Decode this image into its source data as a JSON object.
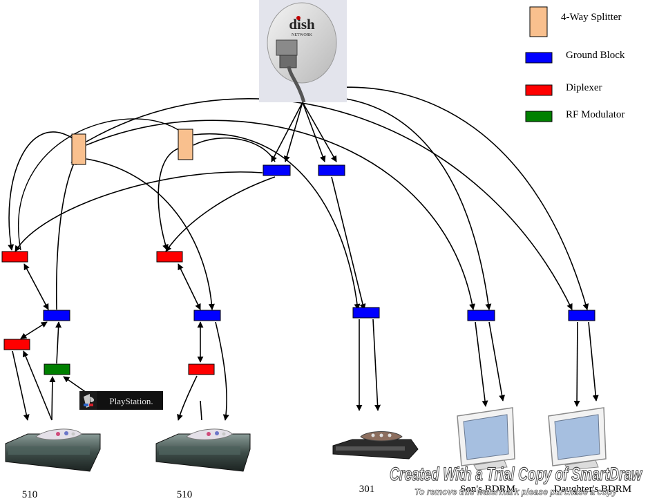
{
  "legend": {
    "splitter": {
      "label": "4-Way Splitter",
      "color": "#F9C08E"
    },
    "ground_block": {
      "label": "Ground Block",
      "color": "#0000FF"
    },
    "diplexer": {
      "label": "Diplexer",
      "color": "#FF0000"
    },
    "rf_modulator": {
      "label": "RF Modulator",
      "color": "#008000"
    }
  },
  "dish": {
    "logo_text": "dish",
    "logo_subtext": "NETWORK"
  },
  "playstation": {
    "label": "PlayStation."
  },
  "devices": {
    "receiver_1": {
      "label": "510"
    },
    "receiver_2": {
      "label": "510"
    },
    "receiver_3": {
      "label": "301"
    },
    "tv_1": {
      "label": "Son's BDRM"
    },
    "tv_2": {
      "label": "Daughter's BDRM"
    }
  },
  "watermark": {
    "line1": "Created With a Trial Copy of SmartDraw",
    "line2": "To remove this watermark please purchase a copy"
  }
}
